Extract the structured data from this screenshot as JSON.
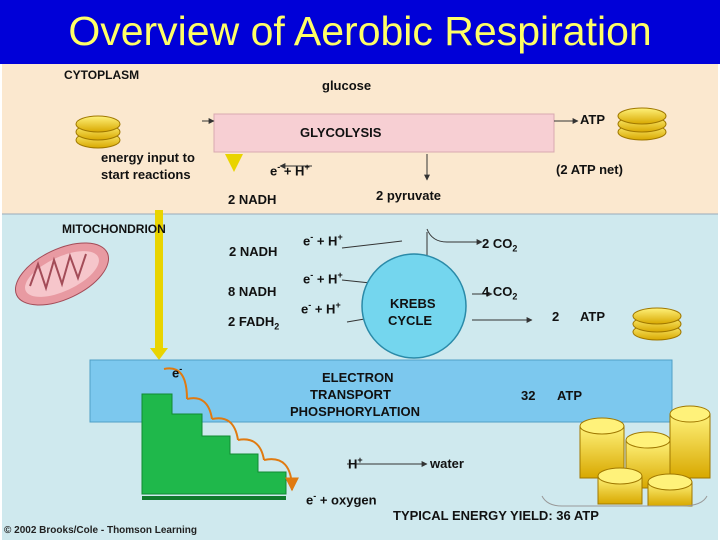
{
  "title": "Overview of Aerobic Respiration",
  "regions": {
    "cytoplasm": "CYTOPLASM",
    "mitochondrion": "MITOCHONDRION"
  },
  "labels": {
    "glucose": "glucose",
    "glycolysis": "GLYCOLYSIS",
    "atp": "ATP",
    "energy_input": [
      "energy input to",
      "start reactions"
    ],
    "e_h": "e",
    "plus_h": " + H",
    "two_atp_net": "(2 ATP net)",
    "two_pyruvate": "2 pyruvate",
    "two_nadh_a": "2 NADH",
    "two_nadh_b": "2 NADH",
    "eight_nadh": "8 NADH",
    "two_fadh": "2 FADH",
    "fadh_sub": "2",
    "two_co2": "2 CO",
    "four_co2": "4 CO",
    "co2_sub": "2",
    "krebs": [
      "KREBS",
      "CYCLE"
    ],
    "two": "2",
    "atp_krebs": "ATP",
    "etc": [
      "ELECTRON",
      "TRANSPORT",
      "PHOSPHORYLATION"
    ],
    "thirty_two": "32",
    "atp_etc": "ATP",
    "h_plus": "H",
    "water": "water",
    "e_oxygen": " + oxygen",
    "e_left": "e",
    "typical_yield": "TYPICAL ENERGY YIELD:  36 ATP",
    "copyright": "© 2002 Brooks/Cole - Thomson Learning"
  },
  "colors": {
    "title_bg": "#0000d8",
    "title_text": "#ffff66",
    "cytoplasm_bg": "#fbe8cf",
    "mitochondrion_bg": "#cfe9ee",
    "glycolysis_box": "#f7cfd3",
    "krebs_fill": "#74d6ee",
    "etc_band": "#7cc8ee",
    "stairs": "#1fb84b",
    "arrow_yellow": "#e9d400",
    "coin_gold": "#e9c400"
  }
}
